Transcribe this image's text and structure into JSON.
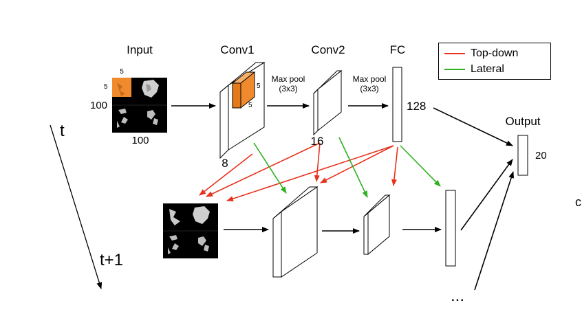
{
  "labels": {
    "input": "Input",
    "conv1": "Conv1",
    "conv2": "Conv2",
    "fc": "FC",
    "output": "Output",
    "pool1": "Max pool\n(3x3)",
    "pool2": "Max pool\n(3x3)",
    "kernel_w": "5",
    "kernel_h": "5",
    "kernel_side1": "5",
    "kernel_side2": "5",
    "input_height": "100",
    "input_width": "100",
    "conv1_channels": "8",
    "conv2_channels": "16",
    "fc_units": "128",
    "output_units": "20",
    "time_t": "t",
    "time_t1": "t+1",
    "ellipsis": "...",
    "edge_fragment": "c"
  },
  "legend": [
    {
      "label": "Top-down",
      "color": "#e8311c"
    },
    {
      "label": "Lateral",
      "color": "#2fb01f"
    }
  ],
  "colors": {
    "top_down": "#e8311c",
    "lateral": "#2fb01f",
    "kernel": "#f08a2c",
    "feedforward": "#000000"
  }
}
